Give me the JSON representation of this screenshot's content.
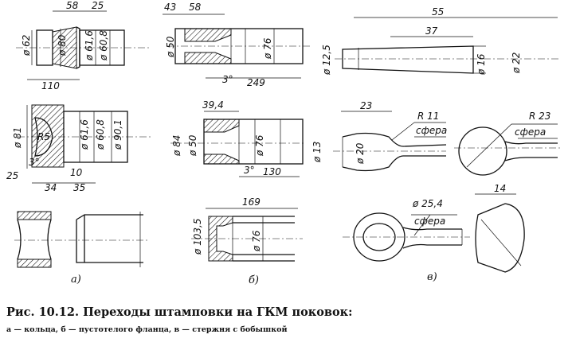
{
  "caption": {
    "title": "Рис. 10.12. Переходы штамповки на ГКМ поковок:",
    "legend": "а — кольца, б — пустотелого фланца, в — стержня с бобышкой"
  },
  "panel_labels": {
    "a": "а)",
    "b": "б)",
    "v": "в)"
  },
  "dims_a": {
    "d58": "58",
    "d25": "25",
    "d110": "110",
    "dia62": "ø 62",
    "dia80": "ø 80",
    "dia616": "ø 61,6",
    "dia608": "ø 60,8",
    "dia81": "ø 81",
    "dia901": "ø 90,1",
    "d34": "34",
    "d10": "10",
    "d35": "35",
    "d25b": "25",
    "ang3": "3°",
    "r5": "R5"
  },
  "dims_b": {
    "d43": "43",
    "d58": "58",
    "dia50": "ø 50",
    "dia76": "ø 76",
    "d249": "249",
    "ang3": "3°",
    "d394": "39,4",
    "dia84": "ø 84",
    "dia50b": "ø 50",
    "dia76b": "ø 76",
    "d130": "130",
    "ang3b": "3°",
    "d169": "169",
    "dia1035": "ø 103,5",
    "dia76c": "ø 76"
  },
  "dims_v": {
    "d55": "55",
    "d37": "37",
    "dia125": "ø 12,5",
    "dia16": "ø 16",
    "dia22": "ø 22",
    "d23": "23",
    "r11": "R 11",
    "sphere1": "сфера",
    "dia13": "ø 13",
    "dia20": "ø 20",
    "r23": "R 23",
    "sphere2": "сфера",
    "dia254": "ø 25,4",
    "sphere3": "сфера",
    "d14": "14"
  }
}
